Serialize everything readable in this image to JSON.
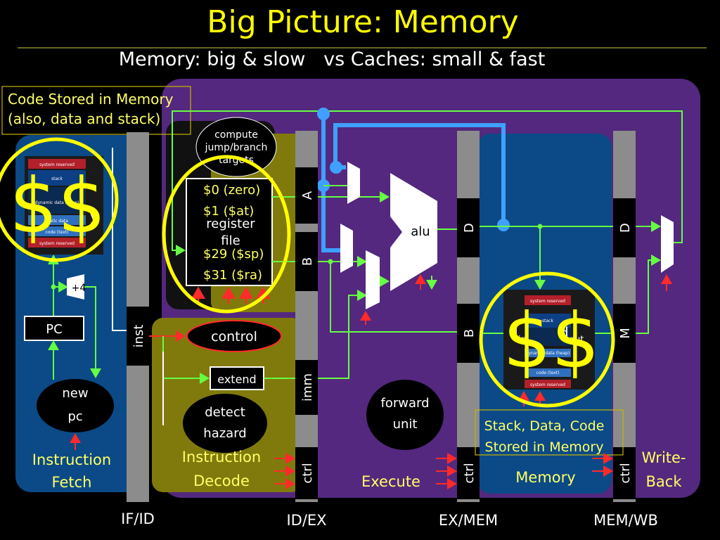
{
  "title": "Big Picture: Memory",
  "subtitle": "Memory: big & slow   vs Caches: small & fast",
  "code_note": [
    "Code Stored in Memory",
    "(also, data and stack)"
  ],
  "stack_note": [
    "Stack, Data, Code",
    "Stored in Memory"
  ],
  "pipeline_registers": [
    "IF/ID",
    "ID/EX",
    "EX/MEM",
    "MEM/WB"
  ],
  "stages": {
    "fetch": [
      "Instruction",
      "Fetch"
    ],
    "decode": [
      "Instruction",
      "Decode"
    ],
    "execute": "Execute",
    "memory": "Memory",
    "writeback": [
      "Write-",
      "Back"
    ]
  },
  "components": {
    "pc": "PC",
    "new_pc": [
      "new",
      "pc"
    ],
    "plus4": "+4",
    "inst": "inst",
    "compute_jump": [
      "compute",
      "jump/branch",
      "targets"
    ],
    "regfile_label": [
      "register",
      "file"
    ],
    "regs": [
      "$0 (zero)",
      "$1 ($at)",
      "$29 ($sp)",
      "$31 ($ra)"
    ],
    "control": "control",
    "extend": "extend",
    "detect_hazard": [
      "detect",
      "hazard"
    ],
    "alu": "alu",
    "forward_unit": [
      "forward",
      "unit"
    ],
    "reg_fields": {
      "A": "A",
      "B": "B",
      "imm": "imm",
      "ctrl": "ctrl",
      "D": "D",
      "M": "M"
    },
    "data_mem": {
      "din": "d",
      "din_sub": "in",
      "dout": "d",
      "dout_sub": "out"
    },
    "imem_label": "y"
  },
  "cache_symbol": "$$",
  "memory_map_rows": [
    "system reserved",
    "stack",
    "dynamic data (heap)",
    "static data",
    "code (text)",
    "system reserved"
  ],
  "colors": {
    "title": "#ffff00",
    "purple": "#53287e",
    "blue": "#0b4a86",
    "olive": "#807a0c",
    "wire": "#66ff44",
    "blue_wire": "#3fa0ff",
    "red": "#ff2a2a",
    "cache_circle": "#ffff00"
  }
}
